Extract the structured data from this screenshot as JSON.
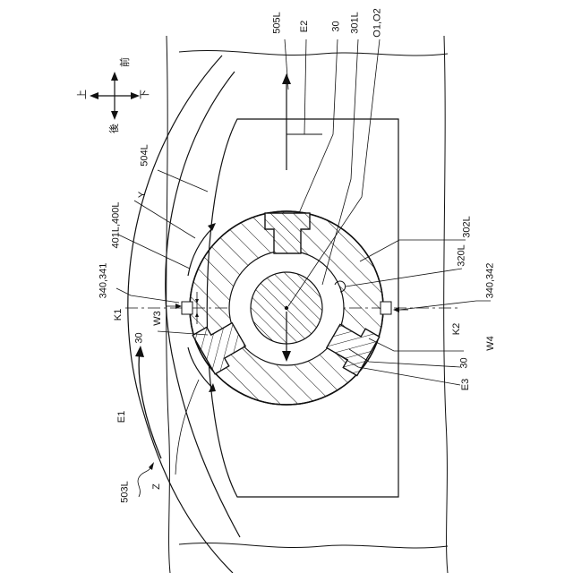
{
  "labels": {
    "l505L": "505L",
    "lE2": "E2",
    "l30top": "30",
    "l301L": "301L",
    "lO1O2": "O1,O2",
    "l504L": "504L",
    "lY": "Y",
    "l401L": "401L,400L",
    "l340_341": "340,341",
    "lK1": "K1",
    "lW3": "W3",
    "l30left": "30",
    "lE1": "E1",
    "l503L": "503L",
    "lZ": "Z",
    "l320L": "320L",
    "l302L": "302L",
    "l340_342": "340,342",
    "lK2": "K2",
    "lW4": "W4",
    "l30right": "30",
    "lE3": "E3"
  },
  "direction": {
    "front": "前",
    "back": "後",
    "up": "上",
    "down": "下"
  },
  "colors": {
    "line": "#111111",
    "background": "#ffffff"
  }
}
